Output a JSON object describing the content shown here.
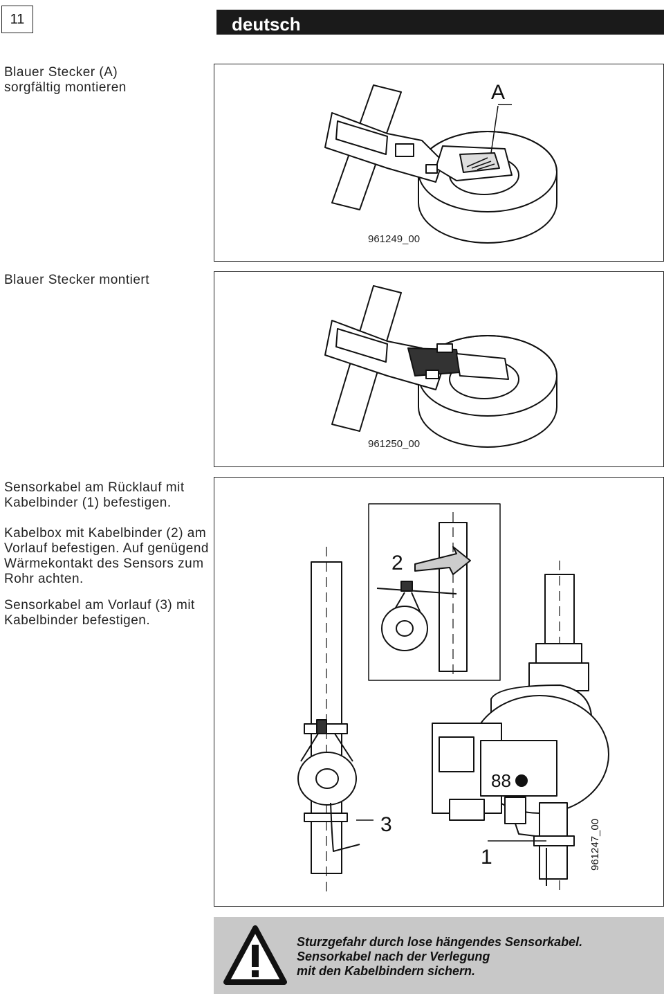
{
  "header": {
    "page_number": "11",
    "language": "deutsch"
  },
  "texts": {
    "step1": "Blauer Stecker (A) sorgfältig montieren",
    "step2": "Blauer Stecker montiert",
    "step3a": "Sensorkabel am Rücklauf mit Kabelbinder (1) befestigen.",
    "step3b": "Kabelbox mit Kabelbinder (2) am Vorlauf befestigen. Auf genügend Wärmekontakt des Sensors zum Rohr achten.",
    "step3c": "Sensorkabel am Vorlauf (3) mit Kabelbinder befestigen."
  },
  "figures": {
    "fig1": {
      "code": "961249_00",
      "label": "A"
    },
    "fig2": {
      "code": "961250_00"
    },
    "fig3": {
      "code": "961247_00",
      "label_1": "1",
      "label_2": "2",
      "label_3": "3",
      "display_text": "88"
    }
  },
  "warning": {
    "icon": "warning-triangle-icon",
    "lines": [
      "Sturzgefahr durch lose hängendes Sensorkabel.",
      "Sensorkabel nach der Verlegung",
      "mit den Kabelbindern sichern."
    ]
  }
}
